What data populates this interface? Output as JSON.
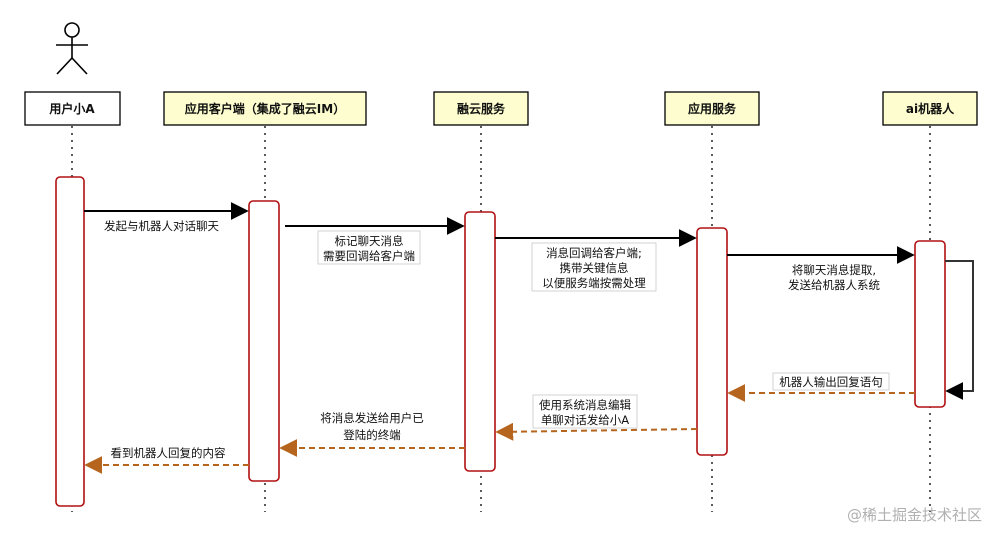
{
  "participants": [
    {
      "id": "user",
      "label": "用户小A",
      "fill": "#ffffff"
    },
    {
      "id": "client",
      "label": "应用客户端（集成了融云IM）",
      "fill": "#fdfdd0"
    },
    {
      "id": "rongcloud",
      "label": "融云服务",
      "fill": "#fdfdd0"
    },
    {
      "id": "appserver",
      "label": "应用服务",
      "fill": "#fdfdd0"
    },
    {
      "id": "aibot",
      "label": "ai机器人",
      "fill": "#fdfdd0"
    }
  ],
  "messages": [
    {
      "id": "m1",
      "from": "user",
      "to": "client",
      "type": "request",
      "lines": [
        "发起与机器人对话聊天"
      ]
    },
    {
      "id": "m2",
      "from": "client",
      "to": "rongcloud",
      "type": "request",
      "lines": [
        "标记聊天消息",
        "需要回调给客户端"
      ]
    },
    {
      "id": "m3",
      "from": "rongcloud",
      "to": "appserver",
      "type": "request",
      "lines": [
        "消息回调给客户端;",
        "携带关键信息",
        "以便服务端按需处理"
      ]
    },
    {
      "id": "m4",
      "from": "appserver",
      "to": "aibot",
      "type": "request",
      "lines": [
        "将聊天消息提取,",
        "发送给机器人系统"
      ]
    },
    {
      "id": "m5",
      "from": "aibot",
      "to": "aibot",
      "type": "self",
      "lines": []
    },
    {
      "id": "m6",
      "from": "aibot",
      "to": "appserver",
      "type": "reply",
      "lines": [
        "机器人输出回复语句"
      ]
    },
    {
      "id": "m7",
      "from": "appserver",
      "to": "rongcloud",
      "type": "reply",
      "lines": [
        "使用系统消息编辑",
        "单聊对话发给小A"
      ]
    },
    {
      "id": "m8",
      "from": "rongcloud",
      "to": "client",
      "type": "reply",
      "lines": [
        "将消息发送给用户已",
        "登陆的终端"
      ]
    },
    {
      "id": "m9",
      "from": "client",
      "to": "user",
      "type": "reply",
      "lines": [
        "看到机器人回复的内容"
      ]
    }
  ],
  "colors": {
    "activation_border": "#b01010",
    "reply_arrow": "#b5651d",
    "request_arrow": "#000000",
    "lifeline": "#000000",
    "watermark": "#b0b0b0"
  },
  "watermark": "@稀土掘金技术社区"
}
